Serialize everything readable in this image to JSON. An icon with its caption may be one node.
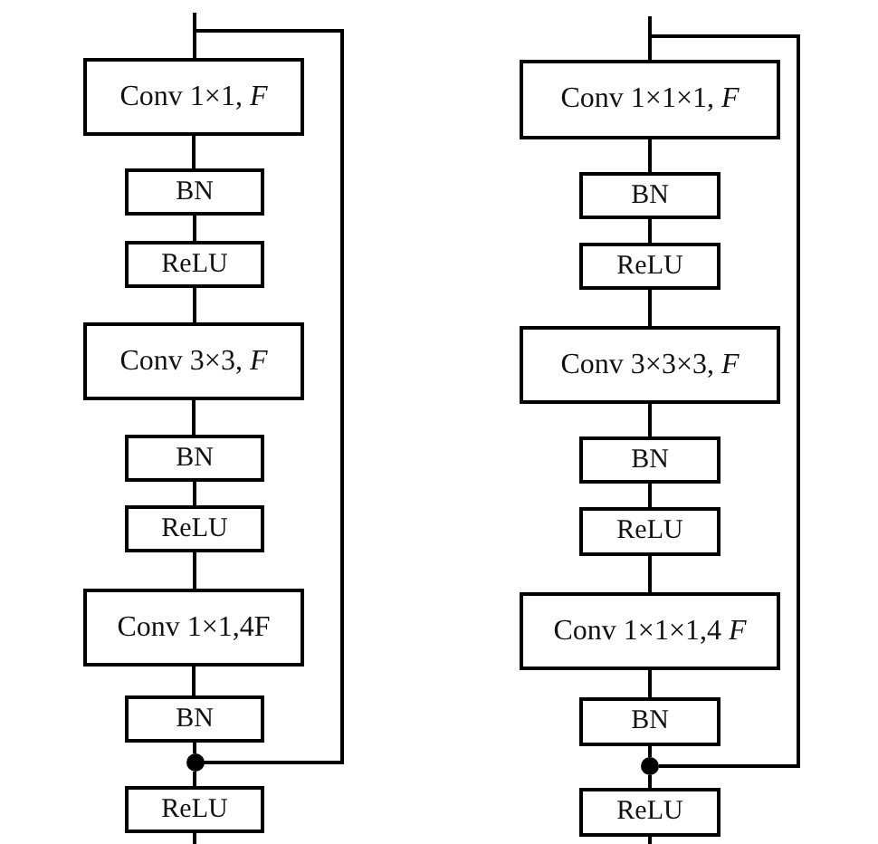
{
  "diagram": {
    "nodes": [
      {
        "text": [
          "Conv 1×1, *F*"
        ]
      },
      {
        "text": [
          "BN"
        ]
      },
      {
        "text": [
          "ReLU"
        ]
      },
      {
        "text": [
          "Conv 3×3, *F*"
        ]
      },
      {
        "text": [
          "BN"
        ]
      },
      {
        "text": [
          "ReLU"
        ]
      },
      {
        "text": [
          "Conv 1×1,4F"
        ]
      },
      {
        "text": [
          "BN"
        ]
      },
      {
        "text": [],
        "shape": "circle"
      },
      {
        "text": [
          "ReLU"
        ]
      },
      {
        "text": [
          "Conv 1×1×1, *F*"
        ]
      },
      {
        "text": [
          "BN"
        ]
      },
      {
        "text": [
          "ReLU"
        ]
      },
      {
        "text": [
          "Conv 3×3×3, *F*"
        ]
      },
      {
        "text": [
          "BN"
        ]
      },
      {
        "text": [
          "ReLU"
        ]
      },
      {
        "text": [
          "Conv 1×1×1,4 *F*"
        ]
      },
      {
        "text": [
          "BN"
        ]
      },
      {
        "text": [],
        "shape": "circle"
      },
      {
        "text": [
          "ReLU"
        ]
      }
    ],
    "edges": [
      {
        "from": null,
        "to": 0,
        "arrow": "none"
      },
      {
        "from": 0,
        "to": 1,
        "arrow": "none"
      },
      {
        "from": 1,
        "to": 2,
        "arrow": "none"
      },
      {
        "from": 2,
        "to": 3,
        "arrow": "none"
      },
      {
        "from": 3,
        "to": 4,
        "arrow": "none"
      },
      {
        "from": 4,
        "to": 5,
        "arrow": "none"
      },
      {
        "from": 5,
        "to": 6,
        "arrow": "none"
      },
      {
        "from": 6,
        "to": 7,
        "arrow": "none"
      },
      {
        "from": 7,
        "to": 8,
        "arrow": "none"
      },
      {
        "from": 8,
        "to": 9,
        "arrow": "none"
      },
      {
        "from": 9,
        "to": null,
        "arrow": "none"
      },
      {
        "from": null,
        "to": 8,
        "arrow": "none"
      },
      {
        "from": null,
        "to": 10,
        "arrow": "none"
      },
      {
        "from": 10,
        "to": 11,
        "arrow": "none"
      },
      {
        "from": 11,
        "to": 12,
        "arrow": "none"
      },
      {
        "from": 12,
        "to": 13,
        "arrow": "none"
      },
      {
        "from": 13,
        "to": 14,
        "arrow": "none"
      },
      {
        "from": 14,
        "to": 15,
        "arrow": "none"
      },
      {
        "from": 15,
        "to": 16,
        "arrow": "none"
      },
      {
        "from": 16,
        "to": 17,
        "arrow": "none"
      },
      {
        "from": 17,
        "to": 18,
        "arrow": "none"
      },
      {
        "from": 18,
        "to": 19,
        "arrow": "none"
      },
      {
        "from": 19,
        "to": null,
        "arrow": "none"
      },
      {
        "from": null,
        "to": 18,
        "arrow": "none"
      }
    ]
  }
}
